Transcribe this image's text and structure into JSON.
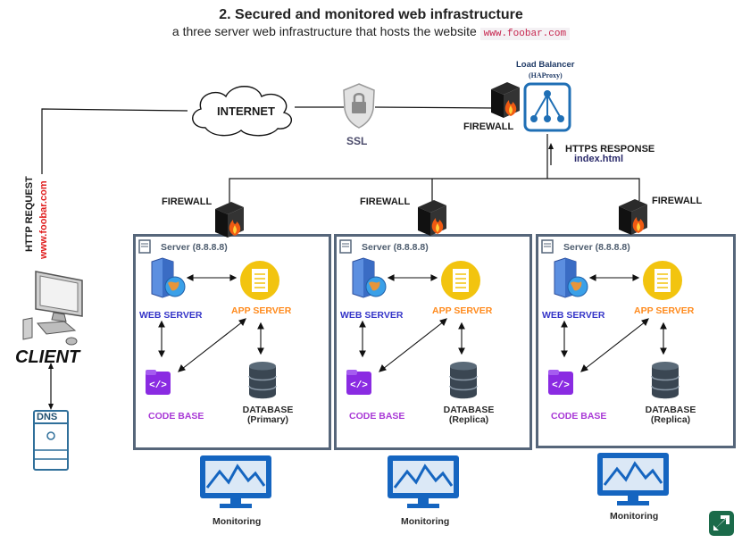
{
  "title": "2. Secured and monitored web infrastructure",
  "subtitle": "a three server web infrastructure that hosts the website",
  "website": "www.foobar.com",
  "internet": "INTERNET",
  "ssl": "SSL",
  "firewall": "FIREWALL",
  "load_balancer": {
    "label": "Load Balancer",
    "sub": "(HAProxy)"
  },
  "https_response": {
    "label": "HTTPS RESPONSE",
    "file": "index.html"
  },
  "http_request": {
    "label": "HTTP REQUEST",
    "url": "www.foobar.com"
  },
  "client": "CLIENT",
  "dns": "DNS",
  "servers": [
    {
      "title": "Server (8.8.8.8)",
      "web": "WEB SERVER",
      "app": "APP SERVER",
      "code": "CODE BASE",
      "db": "DATABASE",
      "db_role": "(Primary)",
      "monitoring": "Monitoring"
    },
    {
      "title": "Server (8.8.8.8)",
      "web": "WEB SERVER",
      "app": "APP SERVER",
      "code": "CODE BASE",
      "db": "DATABASE",
      "db_role": "(Replica)",
      "monitoring": "Monitoring"
    },
    {
      "title": "Server (8.8.8.8)",
      "web": "WEB SERVER",
      "app": "APP SERVER",
      "code": "CODE BASE",
      "db": "DATABASE",
      "db_role": "(Replica)",
      "monitoring": "Monitoring"
    }
  ],
  "colors": {
    "server_border": "#56667a",
    "lb_blue": "#1f6fb5",
    "monitor_blue": "#1565c0",
    "app_yellow": "#f2c40f",
    "code_purple": "#8a2be2"
  }
}
